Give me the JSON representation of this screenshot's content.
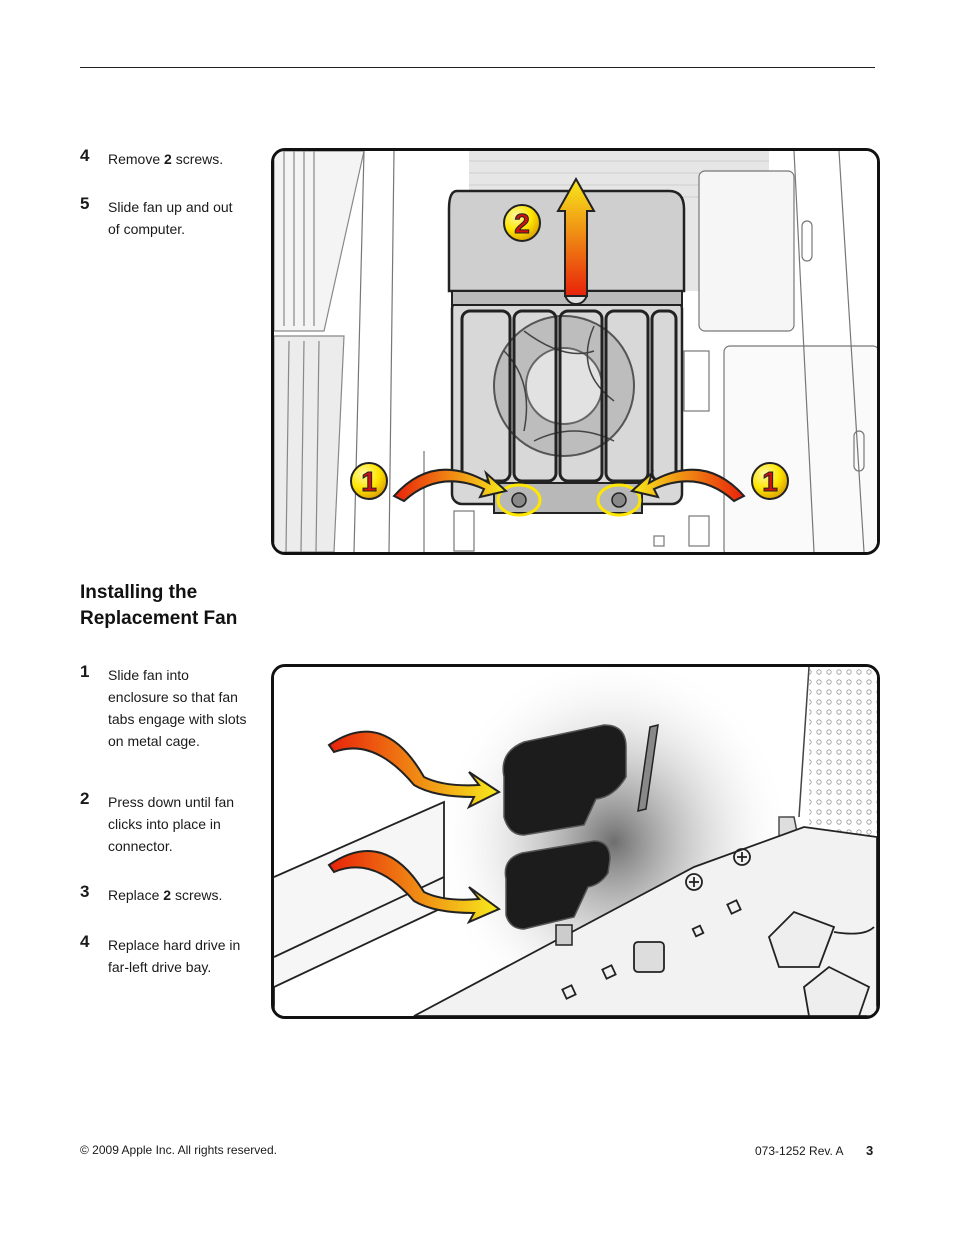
{
  "steps_remove": [
    {
      "number": "4",
      "text_before": "Remove ",
      "bold": "2",
      "text_after": " screws."
    },
    {
      "number": "5",
      "text": "Slide fan up and out of computer."
    }
  ],
  "section_heading": "Installing the Replacement Fan",
  "steps_install": [
    {
      "number": "1",
      "text": "Slide fan into enclosure so that fan tabs engage with slots on metal cage."
    },
    {
      "number": "2",
      "text": "Press down until fan clicks into place in connector."
    },
    {
      "number": "3",
      "text_before": "Replace ",
      "bold": "2",
      "text_after": " screws."
    },
    {
      "number": "4",
      "text": "Replace hard drive in far-left drive bay."
    }
  ],
  "figure1": {
    "callout_left": "1",
    "callout_top": "2",
    "callout_right": "1"
  },
  "footer": {
    "copyright": "© 2009 Apple Inc. All rights reserved.",
    "doc_rev": "073-1252 Rev. A",
    "page_number": "3"
  },
  "colors": {
    "arrow_red": "#e8220a",
    "arrow_yellow": "#f7ea1c",
    "callout_circle": "#ffe600",
    "outline": "#111111"
  }
}
